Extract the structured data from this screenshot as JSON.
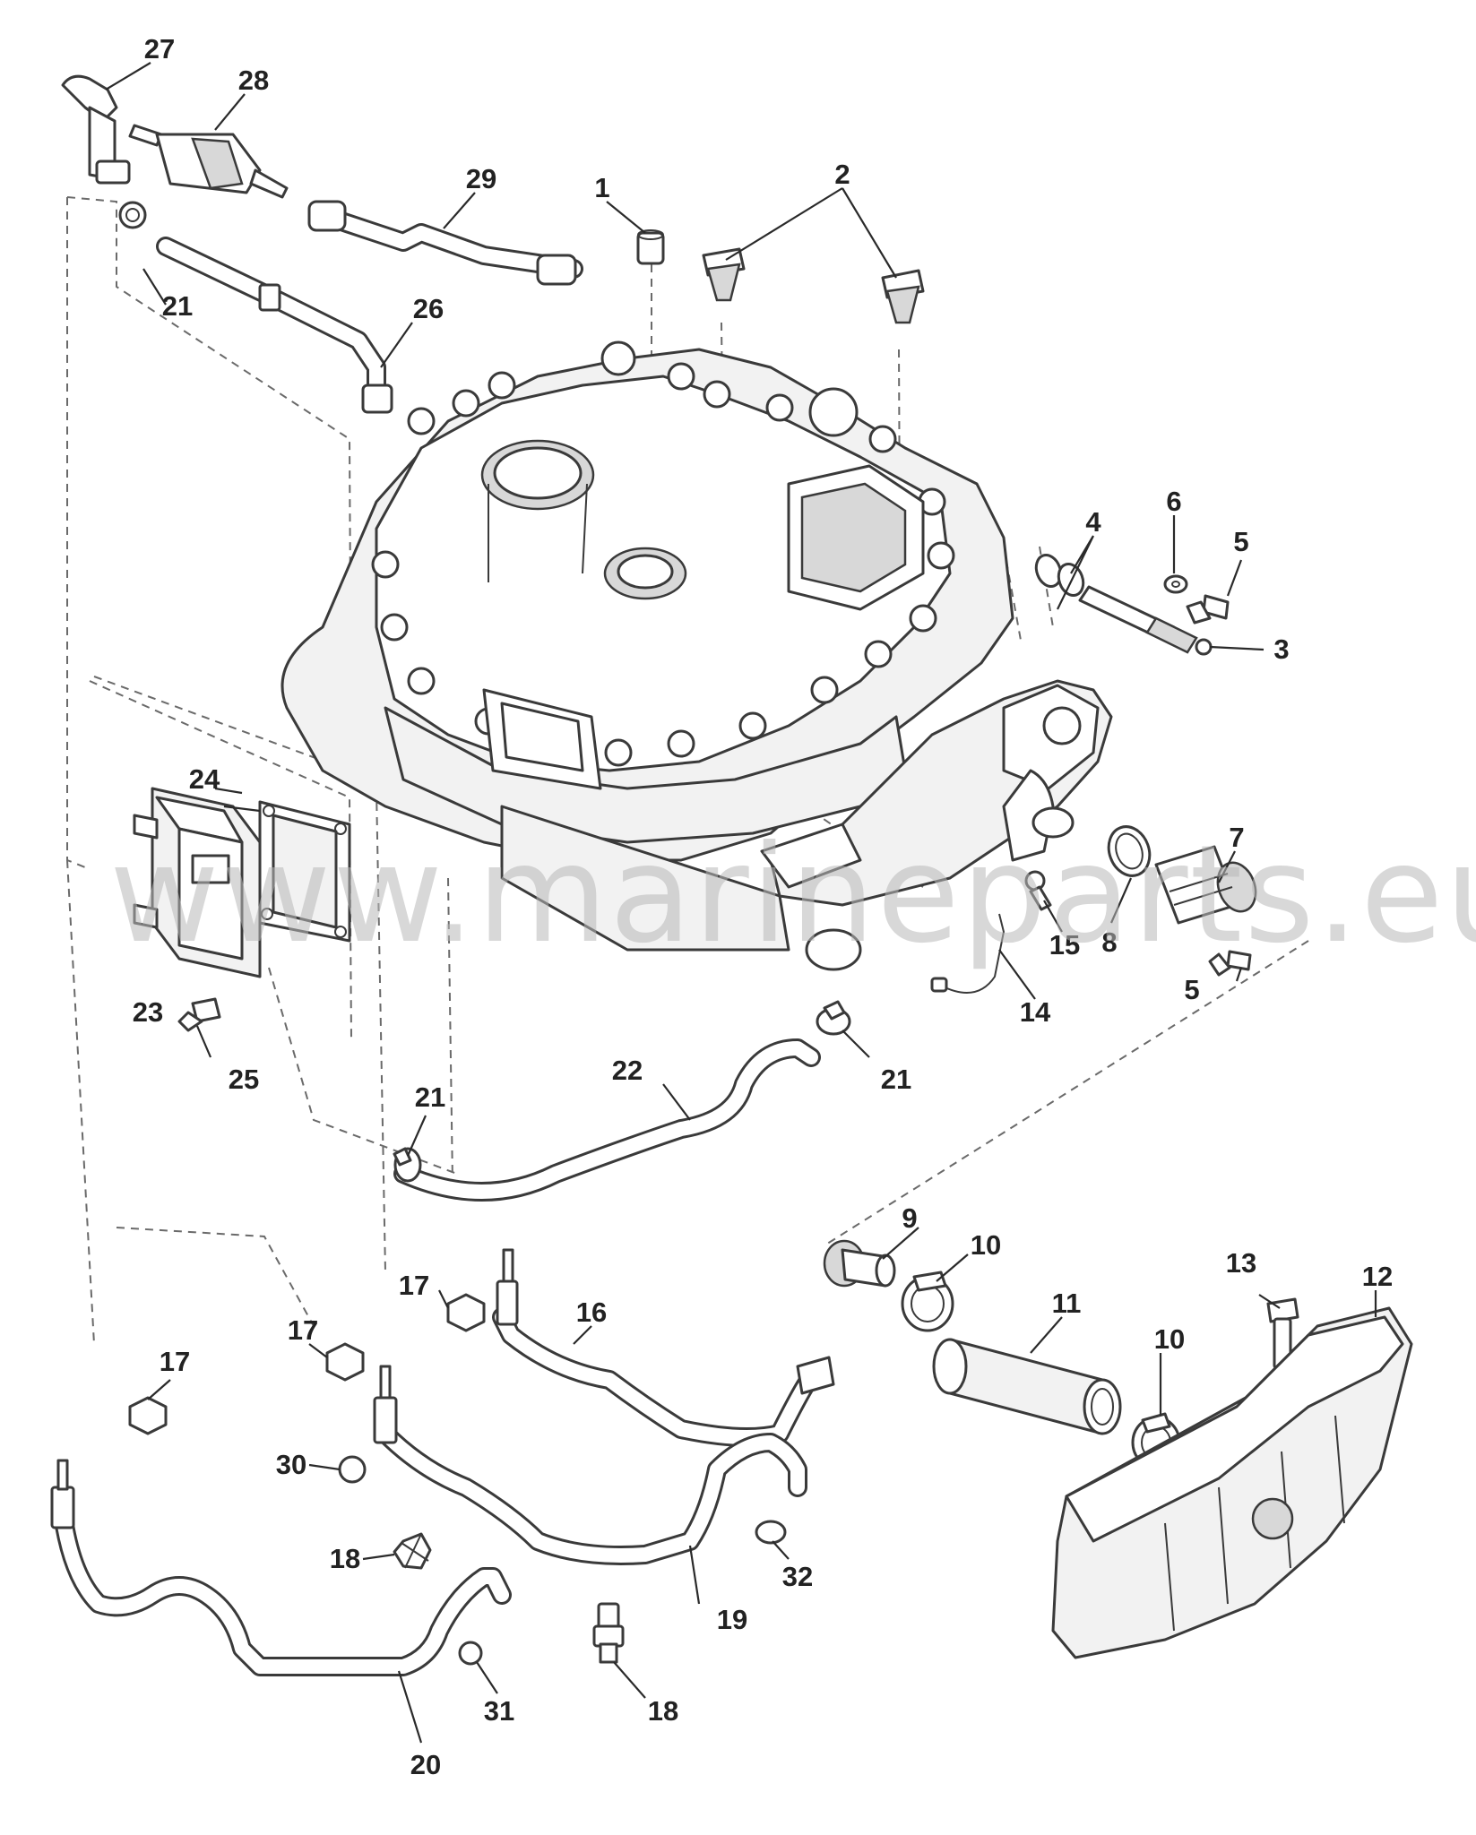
{
  "diagram": {
    "callouts": [
      {
        "id": "c1",
        "label": "1"
      },
      {
        "id": "c2",
        "label": "2"
      },
      {
        "id": "c3",
        "label": "3"
      },
      {
        "id": "c4",
        "label": "4"
      },
      {
        "id": "c5a",
        "label": "5"
      },
      {
        "id": "c5b",
        "label": "5"
      },
      {
        "id": "c6",
        "label": "6"
      },
      {
        "id": "c7",
        "label": "7"
      },
      {
        "id": "c8",
        "label": "8"
      },
      {
        "id": "c9",
        "label": "9"
      },
      {
        "id": "c10a",
        "label": "10"
      },
      {
        "id": "c10b",
        "label": "10"
      },
      {
        "id": "c11",
        "label": "11"
      },
      {
        "id": "c12",
        "label": "12"
      },
      {
        "id": "c13",
        "label": "13"
      },
      {
        "id": "c14",
        "label": "14"
      },
      {
        "id": "c15",
        "label": "15"
      },
      {
        "id": "c16",
        "label": "16"
      },
      {
        "id": "c17a",
        "label": "17"
      },
      {
        "id": "c17b",
        "label": "17"
      },
      {
        "id": "c17c",
        "label": "17"
      },
      {
        "id": "c18a",
        "label": "18"
      },
      {
        "id": "c18b",
        "label": "18"
      },
      {
        "id": "c19",
        "label": "19"
      },
      {
        "id": "c20",
        "label": "20"
      },
      {
        "id": "c21a",
        "label": "21"
      },
      {
        "id": "c21b",
        "label": "21"
      },
      {
        "id": "c21c",
        "label": "21"
      },
      {
        "id": "c22",
        "label": "22"
      },
      {
        "id": "c23",
        "label": "23"
      },
      {
        "id": "c24",
        "label": "24"
      },
      {
        "id": "c25",
        "label": "25"
      },
      {
        "id": "c26",
        "label": "26"
      },
      {
        "id": "c27",
        "label": "27"
      },
      {
        "id": "c28",
        "label": "28"
      },
      {
        "id": "c29",
        "label": "29"
      },
      {
        "id": "c30",
        "label": "30"
      },
      {
        "id": "c31",
        "label": "31"
      },
      {
        "id": "c32",
        "label": "32"
      }
    ],
    "watermark": "www.marineparts.eu"
  }
}
